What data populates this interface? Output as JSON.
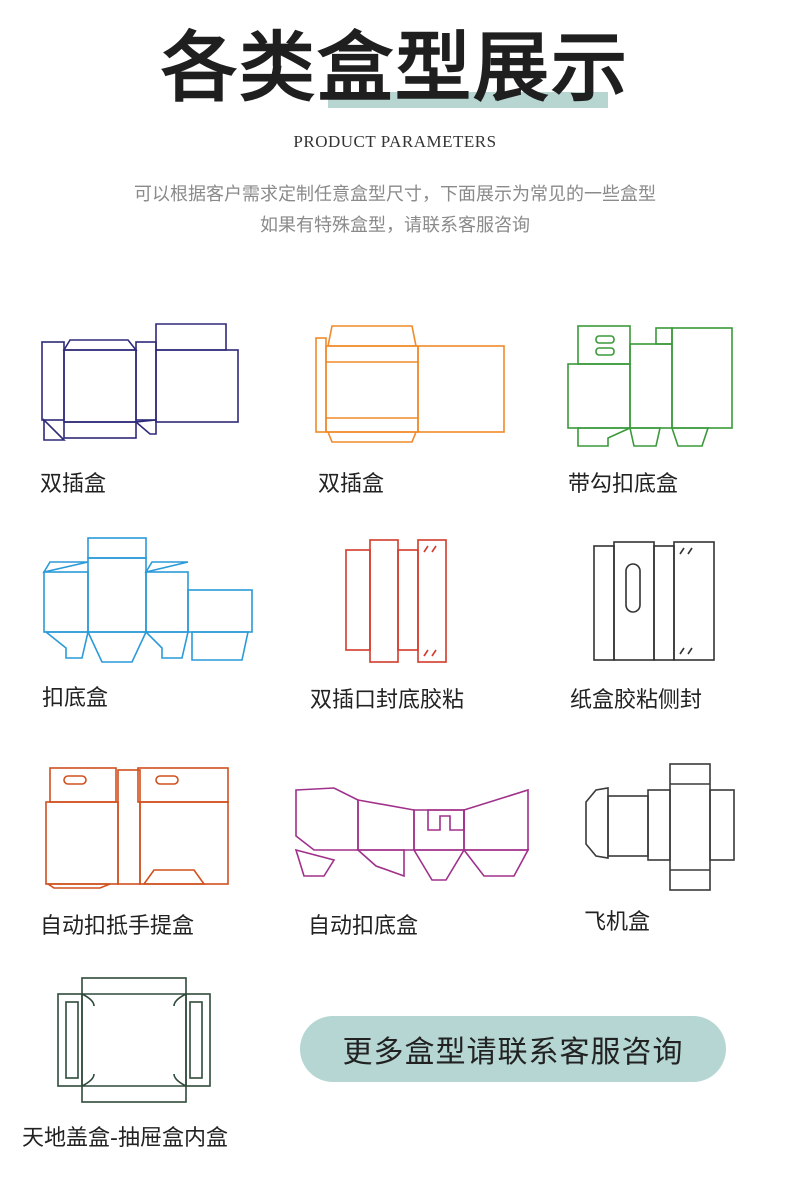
{
  "header": {
    "title": "各类盒型展示",
    "subtitle": "PRODUCT PARAMETERS",
    "desc_line1": "可以根据客户需求定制任意盒型尺寸，下面展示为常见的一些盒型",
    "desc_line2": "如果有特殊盒型，请联系客服咨询"
  },
  "boxes": [
    {
      "label": "双插盒",
      "color": "#2e2a7a"
    },
    {
      "label": "双插盒",
      "color": "#f08a2a"
    },
    {
      "label": "带勾扣底盒",
      "color": "#3a9a3a"
    },
    {
      "label": "扣底盒",
      "color": "#2a9ad8"
    },
    {
      "label": "双插口封底胶粘",
      "color": "#d23a2a"
    },
    {
      "label": "纸盒胶粘侧封",
      "color": "#333333"
    },
    {
      "label": "自动扣抵手提盒",
      "color": "#d0501e"
    },
    {
      "label": "自动扣底盒",
      "color": "#a0308a"
    },
    {
      "label": "飞机盒",
      "color": "#3a3a3a"
    },
    {
      "label": "天地盖盒-抽屉盒内盒",
      "color": "#2f4a3a"
    }
  ],
  "cta": {
    "label": "更多盒型请联系客服咨询",
    "color": "#b5d6d2"
  }
}
